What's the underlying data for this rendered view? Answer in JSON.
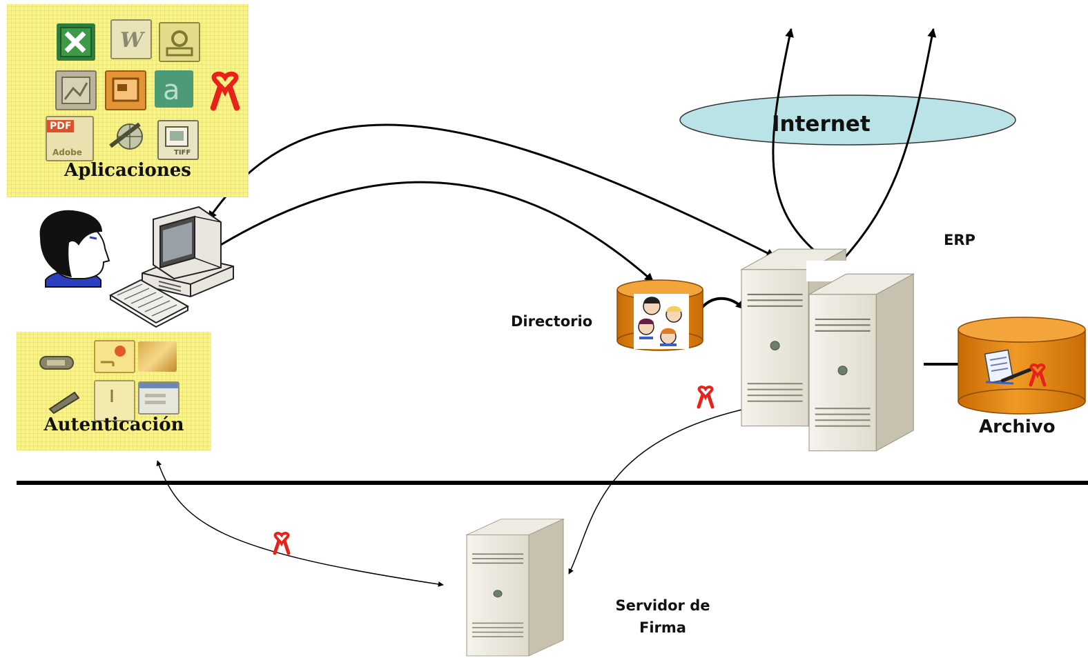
{
  "labels": {
    "internet": "Internet",
    "erp": "ERP",
    "directorio": "Directorio",
    "archivo": "Archivo",
    "servidor": "Servidor de\nFirma"
  },
  "panels": {
    "aplicaciones": {
      "title": "Aplicaciones",
      "icons": [
        "excel-icon",
        "word-icon",
        "project-icon",
        "image-icon",
        "powerpoint-icon",
        "visio-icon",
        "signature-ribbon-icon",
        "pdf-icon",
        "web-globe-icon",
        "tiff-icon"
      ],
      "icon_texts": {
        "pdf": "PDF",
        "adobe": "Adobe",
        "tiff": "TIFF",
        "word": "W"
      }
    },
    "autenticacion": {
      "title": "Autenticación",
      "icons": [
        "token-icon",
        "keycard-icon",
        "smartcard-icon",
        "usb-key-icon",
        "card-reader-icon",
        "login-window-icon"
      ]
    }
  },
  "colors": {
    "panel_fill": "#f9f48a",
    "internet_ellipse": "#b9e3e6",
    "database": "#e88b12",
    "signature_ribbon": "#e8221b",
    "server_face": "#ece9df",
    "server_side": "#c9c4b1",
    "user_shirt": "#2b3fbf"
  }
}
